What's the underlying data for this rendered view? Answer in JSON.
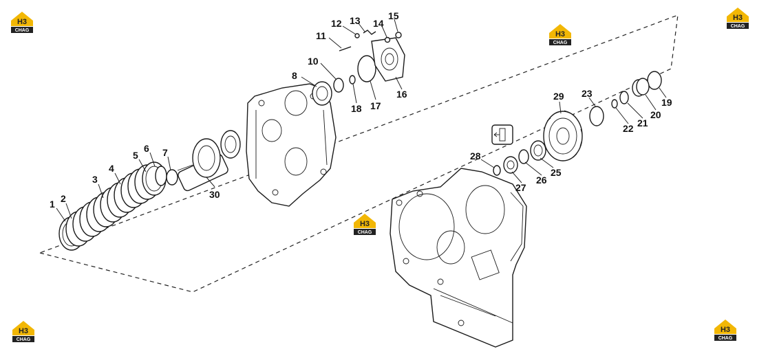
{
  "callouts": {
    "c1": "1",
    "c2": "2",
    "c3": "3",
    "c4": "4",
    "c5": "5",
    "c6": "6",
    "c7": "7",
    "c8": "8",
    "c10": "10",
    "c11": "11",
    "c12": "12",
    "c13": "13",
    "c14": "14",
    "c15": "15",
    "c16": "16",
    "c17": "17",
    "c18": "18",
    "c19": "19",
    "c20": "20",
    "c21": "21",
    "c22": "22",
    "c23": "23",
    "c25": "25",
    "c26": "26",
    "c27": "27",
    "c28": "28",
    "c29": "29",
    "c30": "30"
  },
  "watermark": {
    "logo_text": "H3",
    "brand_text": "CHAG"
  },
  "colors": {
    "logo_yellow": "#F2B705",
    "logo_dark": "#222222",
    "line": "#1a1a1a"
  }
}
